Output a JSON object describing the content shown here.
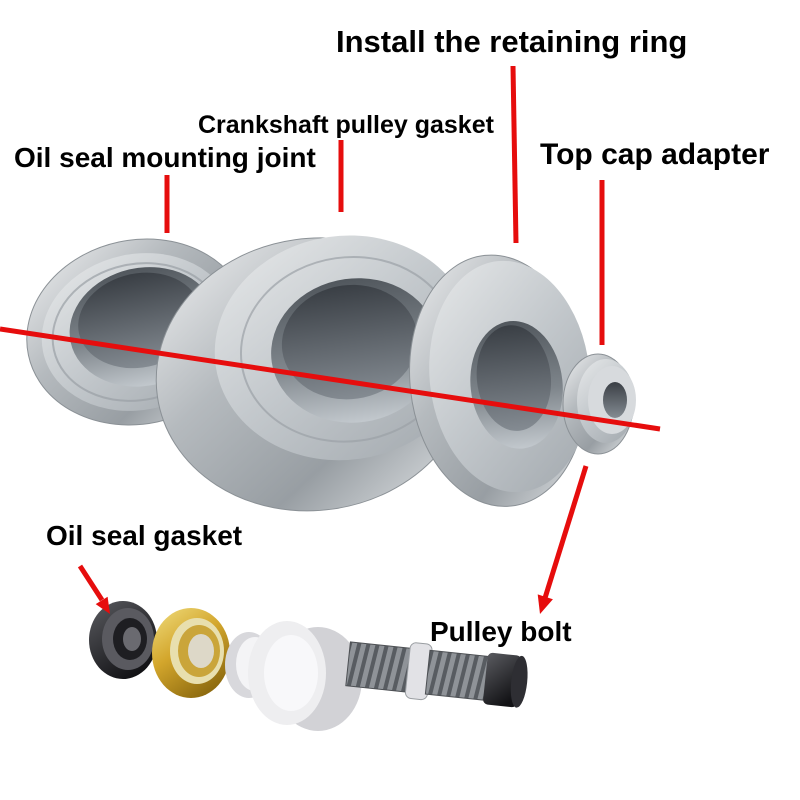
{
  "title": "Install the retaining ring",
  "labels": {
    "crankshaft_pulley_gasket": "Crankshaft pulley gasket",
    "oil_seal_mounting_joint": "Oil seal mounting joint",
    "top_cap_adapter": "Top cap adapter",
    "oil_seal_gasket": "Oil seal gasket",
    "pulley_bolt": "Pulley bolt"
  },
  "colors": {
    "annotation_red": "#e60d0d"
  }
}
